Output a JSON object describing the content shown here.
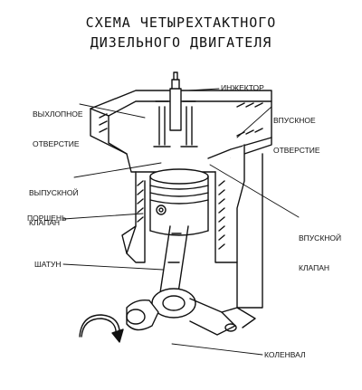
{
  "title": {
    "line1": "СХЕМА ЧЕТЫРЕХТАКТНОГО",
    "line2": "ДИЗЕЛЬНОГО ДВИГАТЕЛЯ"
  },
  "labels": {
    "exhaust_port_1": "ВЫХЛОПНОЕ",
    "exhaust_port_2": "ОТВЕРСТИЕ",
    "injector": "ИНЖЕКТОР",
    "intake_port_1": "ВПУСКНОЕ",
    "intake_port_2": "ОТВЕРСТИЕ",
    "exhaust_valve_1": "ВЫПУСКНОЙ",
    "exhaust_valve_2": "КЛАПАН",
    "piston": "ПОРШЕНЬ",
    "intake_valve_1": "ВПУСКНОЙ",
    "intake_valve_2": "КЛАПАН",
    "connecting_rod": "ШАТУН",
    "crankshaft": "КОЛЕНВАЛ"
  }
}
